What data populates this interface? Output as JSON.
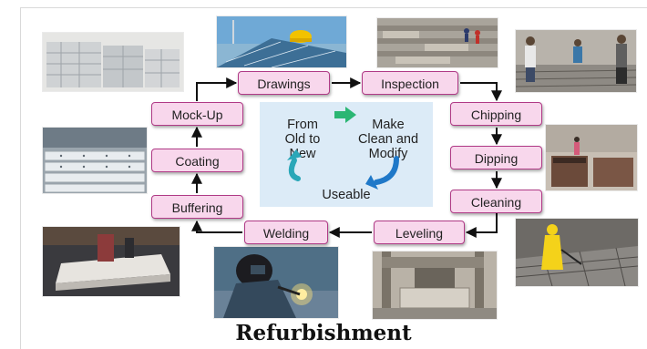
{
  "title": "Refurbishment",
  "steps": {
    "drawings": "Drawings",
    "inspection": "Inspection",
    "chipping": "Chipping",
    "dipping": "Dipping",
    "cleaning": "Cleaning",
    "leveling": "Leveling",
    "welding": "Welding",
    "buffering": "Buffering",
    "coating": "Coating",
    "mock_up": "Mock-Up"
  },
  "center": {
    "left_text": "From\nOld to\nNew",
    "right_text": "Make\nClean and\nModify",
    "bottom_text": "Useable"
  },
  "colors": {
    "box_fill": "#f8d7ec",
    "box_border": "#b03a86",
    "center_bg": "#dcebf7",
    "green_arrow": "#2bb673",
    "blue_arrow": "#1f78c8",
    "teal_arrow": "#2aa7b8"
  }
}
